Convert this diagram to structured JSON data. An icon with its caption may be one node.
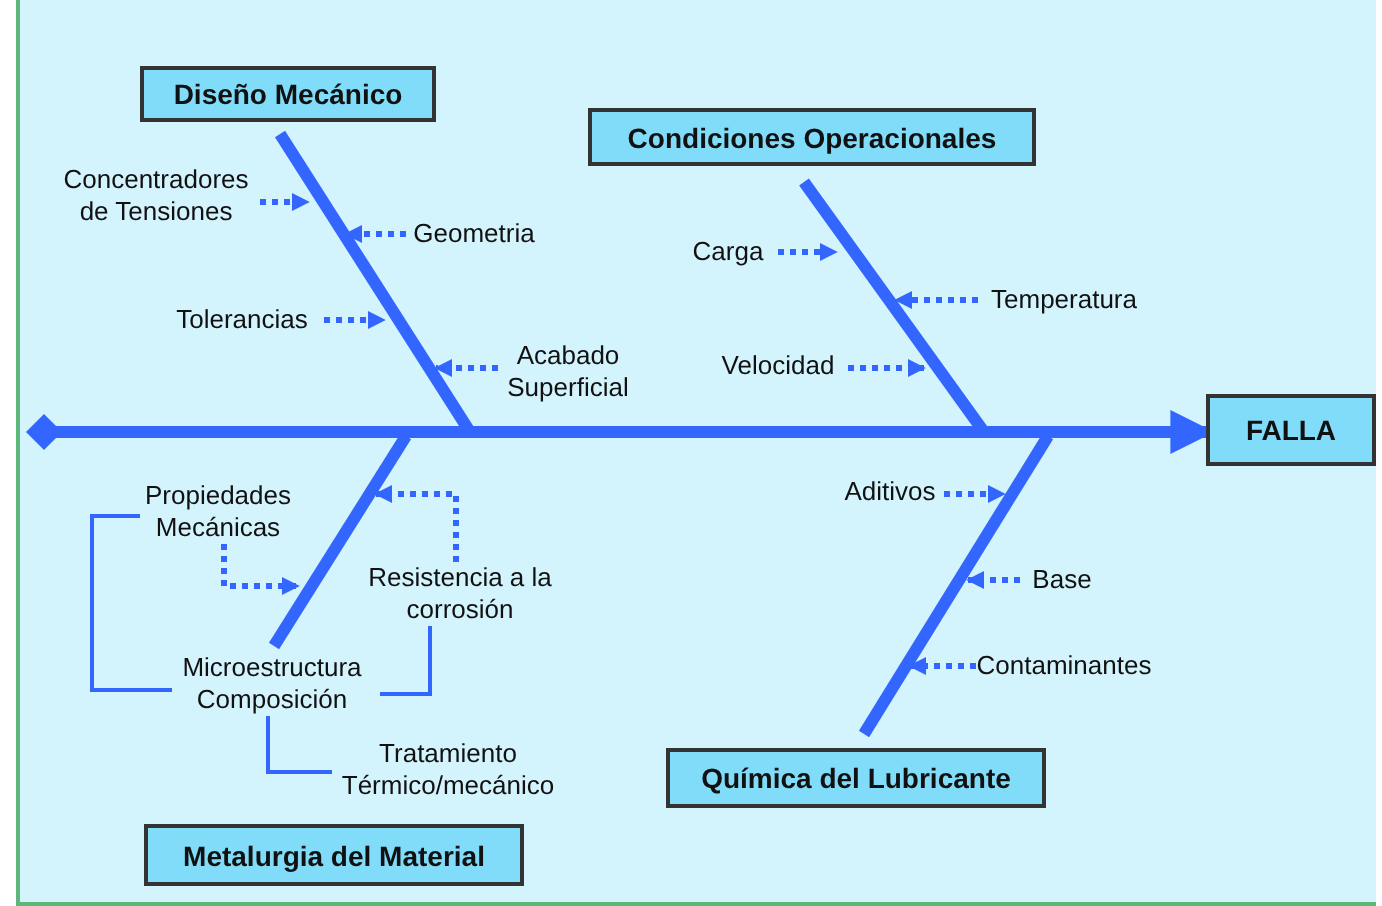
{
  "diagram": {
    "nodes": [
      {
        "text": [
          "Diseño Mecánico"
        ]
      },
      {
        "text": [
          "Concentradores de Tensiones"
        ]
      },
      {
        "text": [
          "Geometria"
        ]
      },
      {
        "text": [
          "Tolerancias"
        ]
      },
      {
        "text": [
          "Acabado Superficial"
        ]
      },
      {
        "text": [
          "Condiciones Operacionales"
        ]
      },
      {
        "text": [
          "Carga"
        ]
      },
      {
        "text": [
          "Temperatura"
        ]
      },
      {
        "text": [
          "Velocidad"
        ]
      },
      {
        "text": [
          "FALLA"
        ]
      },
      {
        "text": [
          "Propiedades Mecánicas"
        ]
      },
      {
        "text": [
          "Resistencia a la corrosión"
        ]
      },
      {
        "text": [
          "Microestructura Composición"
        ]
      },
      {
        "text": [
          "Tratamiento Térmico/mecánico"
        ]
      },
      {
        "text": [
          "Metalurgia del Material"
        ]
      },
      {
        "text": [
          "Aditivos"
        ]
      },
      {
        "text": [
          "Base"
        ]
      },
      {
        "text": [
          "Contaminantes"
        ]
      },
      {
        "text": [
          "Química del Lubricante"
        ]
      }
    ],
    "edges": [
      {
        "from": 0,
        "to": null,
        "arrow": "none",
        "style": "thick"
      },
      {
        "from": 1,
        "to": null,
        "arrow": "to",
        "style": "dashed"
      },
      {
        "from": 2,
        "to": null,
        "arrow": "to",
        "style": "dashed"
      },
      {
        "from": 3,
        "to": null,
        "arrow": "to",
        "style": "dashed"
      },
      {
        "from": 4,
        "to": null,
        "arrow": "to",
        "style": "dashed"
      },
      {
        "from": 5,
        "to": null,
        "arrow": "none",
        "style": "thick"
      },
      {
        "from": 6,
        "to": null,
        "arrow": "to",
        "style": "dashed"
      },
      {
        "from": 7,
        "to": null,
        "arrow": "to",
        "style": "dashed"
      },
      {
        "from": 8,
        "to": null,
        "arrow": "to",
        "style": "dashed"
      },
      {
        "from": null,
        "to": 9,
        "arrow": "to",
        "style": "thick"
      },
      {
        "from": 12,
        "to": null,
        "arrow": "none",
        "style": "thick"
      },
      {
        "from": 10,
        "to": null,
        "arrow": "to",
        "style": "dashed"
      },
      {
        "from": 11,
        "to": null,
        "arrow": "to",
        "style": "dashed"
      },
      {
        "from": 10,
        "to": 12,
        "arrow": "none"
      },
      {
        "from": 11,
        "to": 12,
        "arrow": "none"
      },
      {
        "from": 12,
        "to": 13,
        "arrow": "none"
      },
      {
        "from": 18,
        "to": null,
        "arrow": "none",
        "style": "thick"
      },
      {
        "from": 15,
        "to": null,
        "arrow": "to",
        "style": "dashed"
      },
      {
        "from": 16,
        "to": null,
        "arrow": "to",
        "style": "dashed"
      },
      {
        "from": 17,
        "to": null,
        "arrow": "to",
        "style": "dashed"
      }
    ]
  }
}
